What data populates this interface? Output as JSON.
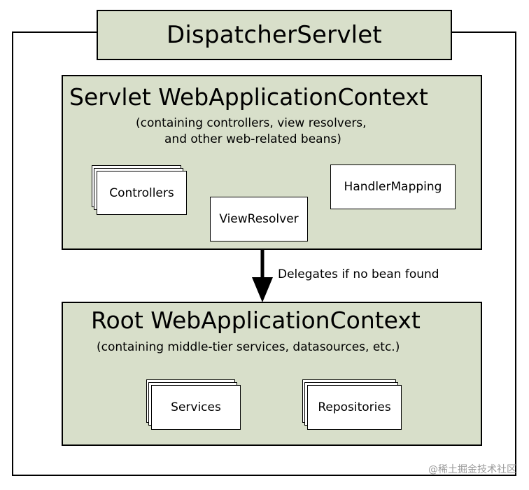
{
  "title": "DispatcherServlet",
  "servlet_context": {
    "title": "Servlet WebApplicationContext",
    "subtitle_line1": "(containing controllers, view resolvers,",
    "subtitle_line2": "and other web-related beans)",
    "beans": {
      "controllers": "Controllers",
      "view_resolver": "ViewResolver",
      "handler_mapping": "HandlerMapping"
    }
  },
  "delegation": {
    "label": "Delegates if no bean found"
  },
  "root_context": {
    "title": "Root WebApplicationContext",
    "subtitle": "(containing middle-tier services, datasources, etc.)",
    "beans": {
      "services": "Services",
      "repositories": "Repositories"
    }
  },
  "watermark": "@稀土掘金技术社区",
  "colors": {
    "box_fill": "#d8dfca",
    "border": "#000000",
    "card_fill": "#ffffff"
  }
}
